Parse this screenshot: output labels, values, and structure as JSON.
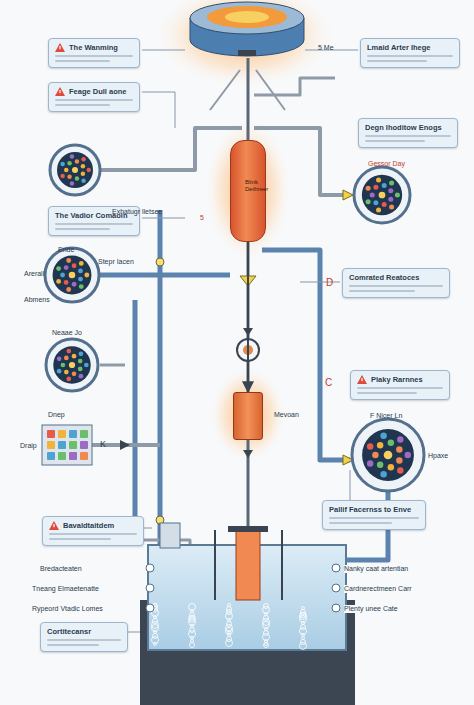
{
  "diagram": {
    "nodes": [
      {
        "text": [
          "The Wanming"
        ]
      },
      {
        "text": [
          "Feage Dull aone"
        ]
      },
      {
        "text": [
          "Lmaid Arter Ihege"
        ]
      },
      {
        "text": [
          "Degn Ihoditow Enogs"
        ]
      },
      {
        "text": [
          "The Vadior Comaoin"
        ]
      },
      {
        "text": [
          "Blink Dethreer"
        ]
      },
      {
        "text": [
          "Comrated Reatoces"
        ]
      },
      {
        "text": [
          "Plaky Rarnnes"
        ]
      },
      {
        "text": [
          "Mevoan"
        ]
      },
      {
        "text": [
          "Bavaldtaitdem"
        ]
      },
      {
        "text": [
          "Pallif Facernss to Enve"
        ]
      },
      {
        "text": [
          "Cortitecansr"
        ]
      }
    ],
    "edges": [
      {
        "from": 5,
        "to": 8,
        "arrow": "to"
      }
    ],
    "labels": [
      "5 Me",
      "Exhatugr lletsee",
      "Gessor Day",
      "5",
      "Ende",
      "Stepr Iacen",
      "Arerall",
      "Abmens",
      "D",
      "Neaae Jo",
      "C",
      "F Nicer Ln",
      "Hpaxe",
      "Dnep",
      "Draip",
      "K",
      "Bredacteaten",
      "Tneang Elmaetenatte",
      "Rypeord Vtadic Lomes",
      "Nanky caat artentian",
      "Cardnerectmeen Carr",
      "Plenty unee Cate"
    ]
  }
}
